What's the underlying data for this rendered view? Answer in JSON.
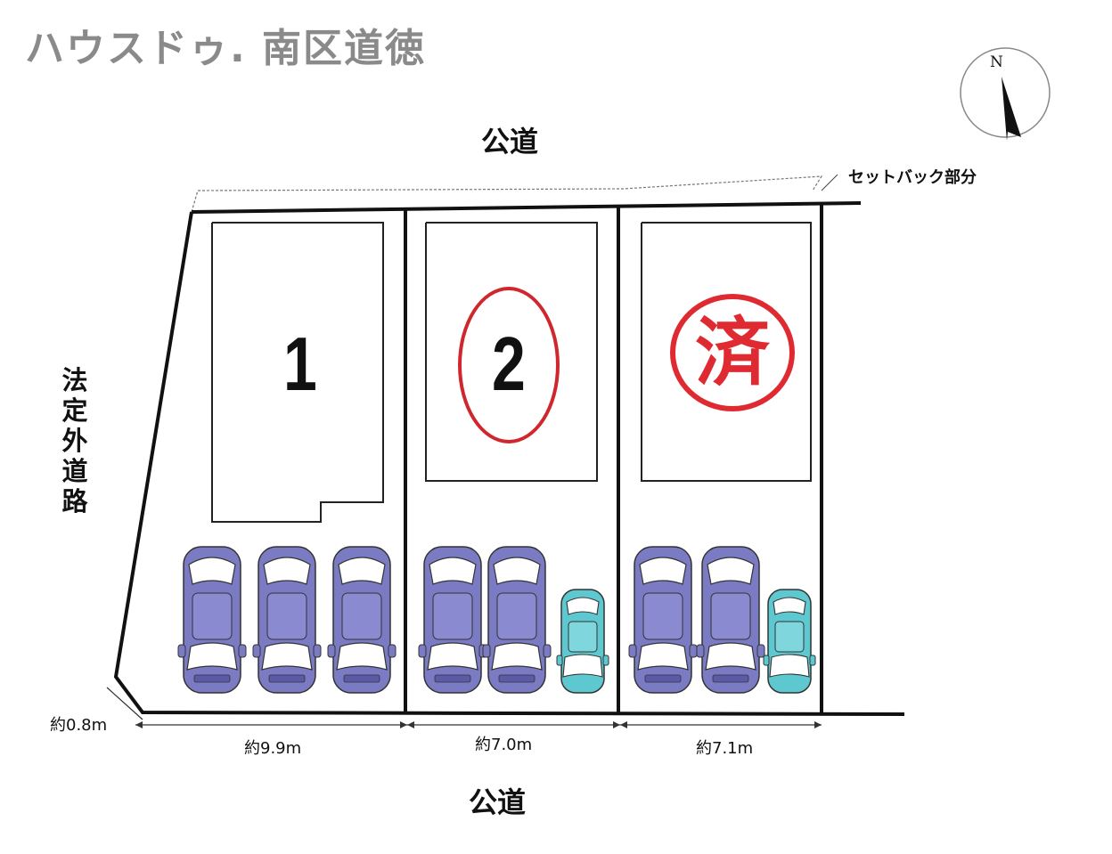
{
  "watermark": "ハウスドゥ. 南区道徳",
  "roads": {
    "north": "公道",
    "south": "公道",
    "west": "法定外道路"
  },
  "setback_label": "セットバック部分",
  "compass": {
    "label": "N"
  },
  "lots": [
    {
      "number": "1",
      "frontage": "約9.9m",
      "cars": 3
    },
    {
      "number": "2",
      "frontage": "約7.0m",
      "cars": 3,
      "highlighted": true
    },
    {
      "number": "済",
      "frontage": "約7.1m",
      "cars": 3,
      "status": "sold"
    }
  ],
  "corner_dimension": "約0.8m",
  "colors": {
    "sold_red": "#e02a32",
    "car_purple": "#7b7bc4",
    "car_teal": "#5ec8d0",
    "watermark_gray": "#8a8a8a"
  }
}
